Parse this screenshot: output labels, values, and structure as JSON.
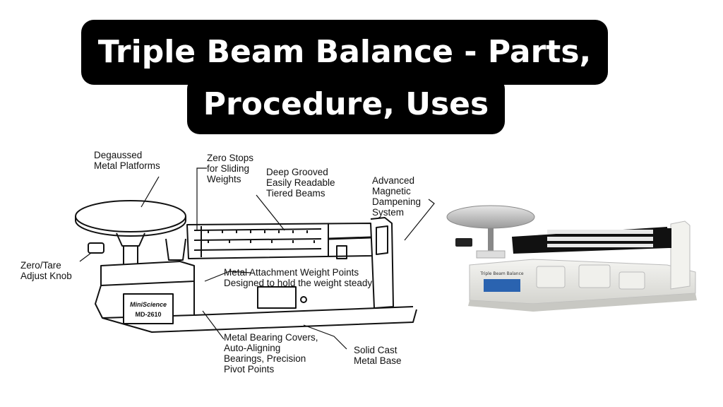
{
  "title": {
    "line1": "Triple Beam Balance - Parts,",
    "line2": "Procedure, Uses"
  },
  "diagram": {
    "labels": {
      "platforms": "Degaussed\nMetal Platforms",
      "zero_stops": "Zero Stops\nfor Sliding\nWeights",
      "beams": "Deep Grooved\nEasily Readable\nTiered Beams",
      "magnetic": "Advanced\nMagnetic\nDampening\nSystem",
      "knob": "Zero/Tare\nAdjust Knob",
      "attachment": "Metal Attachment Weight Points\nDesigned to hold the weight steady",
      "bearings": "Metal Bearing Covers,\nAuto-Aligning\nBearings, Precision\nPivot Points",
      "base": "Solid Cast\nMetal Base"
    },
    "brand_plate": {
      "brand": "MiniScience",
      "model": "MD-2610"
    }
  },
  "photo": {
    "plate_text": "Triple Beam Balance"
  },
  "colors": {
    "title_bg": "#000000",
    "title_text": "#ffffff",
    "photo_beam": "#111111",
    "photo_label": "#2a63b0",
    "photo_body": "#eeeeea"
  }
}
